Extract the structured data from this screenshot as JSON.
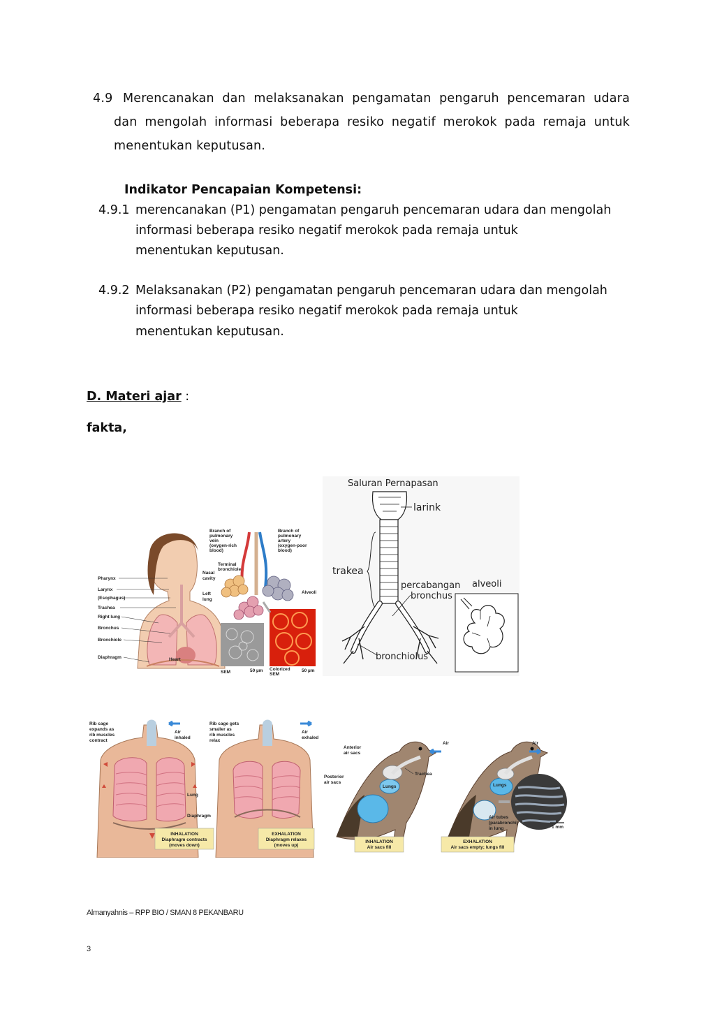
{
  "objective": {
    "number": "4.9",
    "line1": "Merencanakan dan melaksanakan pengamatan pengaruh pencemaran udara",
    "line2": "dan mengolah informasi beberapa resiko negatif merokok pada remaja untuk",
    "line3": "menentukan keputusan."
  },
  "indicator": {
    "heading": "Indikator Pencapaian Kompetensi:",
    "items": [
      {
        "number": "4.9.1",
        "line1": "merencanakan (P1) pengamatan pengaruh pencemaran udara dan mengolah",
        "line2": "informasi beberapa resiko negatif merokok pada remaja untuk",
        "line3": "menentukan keputusan."
      },
      {
        "number": "4.9.2",
        "line1": "Melaksanakan (P2) pengamatan pengaruh pencemaran udara dan mengolah",
        "line2": "informasi beberapa resiko negatif merokok pada remaja untuk",
        "line3": "menentukan keputusan."
      }
    ]
  },
  "section": {
    "title": "D. Materi ajar",
    "colon": " :",
    "subtitle": "fakta,"
  },
  "figure1": {
    "labels_left": [
      "Pharynx",
      "Larynx",
      "(Esophagus)",
      "Trachea",
      "Right lung",
      "Bronchus",
      "Bronchiole",
      "Diaphragm"
    ],
    "label_nasal": "Nasal cavity",
    "label_left_lung": "Left lung",
    "label_heart": "Heart",
    "label_vein": [
      "Branch of",
      "pulmonary",
      "vein",
      "(oxygen-rich",
      "blood)"
    ],
    "label_artery": [
      "Branch of",
      "pulmonary",
      "artery",
      "(oxygen-poor",
      "blood)"
    ],
    "label_terminal": [
      "Terminal",
      "bronchiole"
    ],
    "label_alveoli": "Alveoli",
    "label_sem": "SEM",
    "label_scale1": "50 µm",
    "label_colorized": [
      "Colorized",
      "SEM"
    ],
    "label_scale2": "50 µm"
  },
  "figure2": {
    "title": "Saluran Pernapasan",
    "larink": "larink",
    "trakea": "trakea",
    "percabangan": "percabangan",
    "bronchus": "bronchus",
    "alveoli": "alveoli",
    "bronchiolus": "bronchiolus"
  },
  "figure3": {
    "inhale_note": [
      "Rib cage",
      "expands as",
      "rib muscles",
      "contract"
    ],
    "air_inhaled": [
      "Air",
      "inhaled"
    ],
    "exhale_note": [
      "Rib cage gets",
      "smaller as",
      "rib muscles",
      "relax"
    ],
    "air_exhaled": [
      "Air",
      "exhaled"
    ],
    "lung": "Lung",
    "diaphragm": "Diaphragm",
    "inhalation": [
      "INHALATION",
      "Diaphragm contracts",
      "(moves down)"
    ],
    "exhalation": [
      "EXHALATION",
      "Diaphragm relaxes",
      "(moves up)"
    ]
  },
  "figure4": {
    "anterior": [
      "Anterior",
      "air sacs"
    ],
    "posterior": [
      "Posterior",
      "air sacs"
    ],
    "trachea": "Trachea",
    "lungs1": "Lungs",
    "lungs2": "Lungs",
    "air1": "Air",
    "air2": "Air",
    "air_tubes": [
      "Air tubes",
      "(parabronchi)",
      "in lung"
    ],
    "scale": "1 mm",
    "inhalation": [
      "INHALATION",
      "Air sacs fill"
    ],
    "exhalation": [
      "EXHALATION",
      "Air sacs empty; lungs fill"
    ]
  },
  "footer": {
    "text": "Almanyahnis – RPP BIO / SMAN 8 PEKANBARU",
    "page": "3"
  }
}
